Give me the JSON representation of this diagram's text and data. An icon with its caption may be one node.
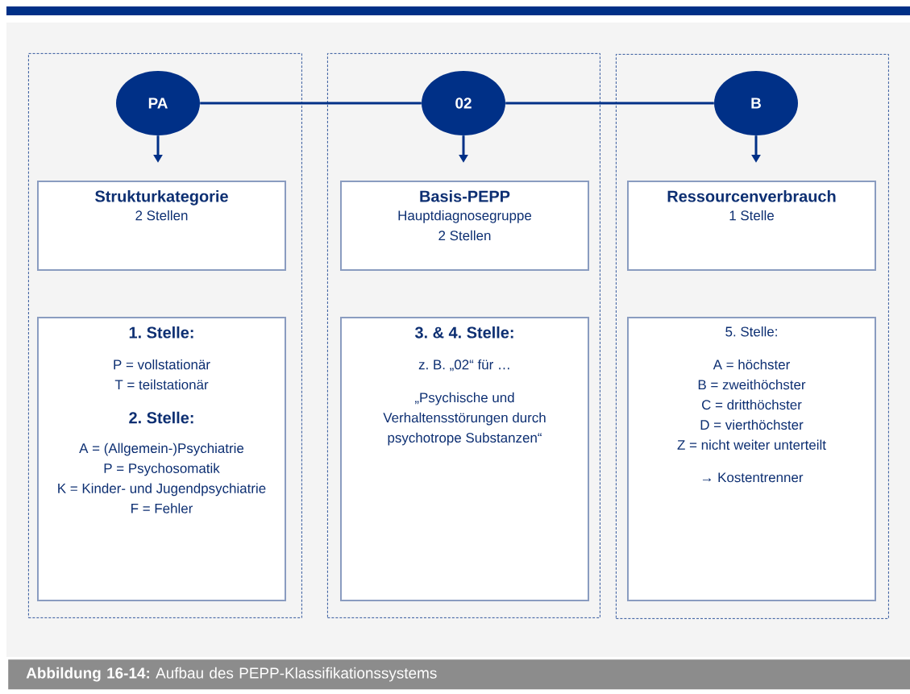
{
  "diagram": {
    "caption": "**Abbildung 16-14:** Aufbau des PEPP-Klassifikationssystems",
    "nodes": [
      {
        "text": [],
        "shape": "box"
      },
      {
        "text": [
          "PA"
        ],
        "in": 0
      },
      {
        "text": [
          "Strukturkategorie",
          "2 Stellen"
        ],
        "in": 0
      },
      {
        "text": [
          "1. Stelle:",
          "P = vollstationär",
          "T = teilstationär",
          "2. Stelle:",
          "A = (Allgemein-)Psychiatrie",
          "P = Psychosomatik",
          "K = Kinder- und Jugendpsychiatrie",
          "F = Fehler"
        ],
        "in": 0
      },
      {
        "text": [],
        "shape": "box"
      },
      {
        "text": [
          "02"
        ],
        "in": 4
      },
      {
        "text": [
          "Basis-PEPP",
          "Hauptdiagnosegruppe",
          "2 Stellen"
        ],
        "in": 4
      },
      {
        "text": [
          "3. & 4. Stelle:",
          "z. B. „02“ für …",
          "„Psychische und Verhaltensstörungen durch psychotrope Substanzen“"
        ],
        "in": 4
      },
      {
        "text": [],
        "shape": "box"
      },
      {
        "text": [
          "B"
        ],
        "in": 8
      },
      {
        "text": [
          "Ressourcenverbrauch",
          "1 Stelle"
        ],
        "in": 8
      },
      {
        "text": [
          "5. Stelle:",
          "A = höchster",
          "B = zweithöchster",
          "C = dritthöchster",
          "D = vierthöchster",
          "Z = nicht weiter unterteilt",
          "→ Kostentrenner"
        ],
        "in": 8
      }
    ],
    "edges": [
      {
        "from": 1,
        "to": 5,
        "arrow": "none"
      },
      {
        "from": 5,
        "to": 9,
        "arrow": "none"
      },
      {
        "from": 1,
        "to": 2,
        "arrow": "to"
      },
      {
        "from": 5,
        "to": 6,
        "arrow": "to"
      },
      {
        "from": 9,
        "to": 10,
        "arrow": "to"
      }
    ]
  }
}
